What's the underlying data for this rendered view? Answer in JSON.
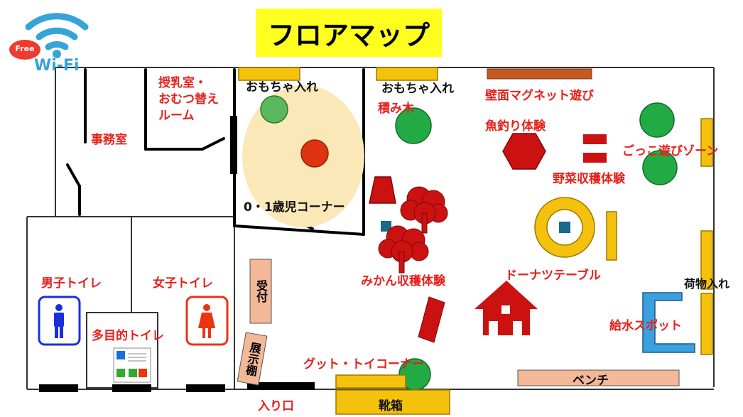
{
  "header": {
    "title": "フロアマップ"
  },
  "wifi": {
    "badge": "Free",
    "label": "Wi-Fi"
  },
  "rooms": {
    "office": "事務室",
    "nursing": [
      "授乳室・",
      "おむつ替え",
      "ルーム"
    ],
    "baby_corner": "0・1歳児コーナー",
    "mens_toilet": "男子トイレ",
    "womens_toilet": "女子トイレ",
    "multi_toilet": "多目的トイレ"
  },
  "labels": {
    "toy_box_1": "おもちゃ入れ",
    "toy_box_2": "おもちゃ入れ",
    "blocks": "積み木",
    "magnet_wall": "壁面マグネット遊び",
    "fishing": "魚釣り体験",
    "pretend_play": "ごっこ遊びゾーン",
    "vegetable": "野菜収穫体験",
    "donut_table": "ドーナツテーブル",
    "mikan": "みかん収穫体験",
    "luggage": "荷物入れ",
    "water": "給水スポット",
    "good_toy": "グット・トイコーナー",
    "bench": "ベンチ",
    "reception": "受付",
    "display_shelf": "展示棚",
    "entrance": "入り口",
    "shoe_box": "靴箱"
  },
  "colors": {
    "title_bg": "#ffff1f",
    "label_red": "#e8201a",
    "shelf_gold": "#f4c20c",
    "tree_red": "#cc1111",
    "ball_green": "#22aa44",
    "zone_cream": "#fbe8b8",
    "toilet_blue": "#1b2fd8",
    "toilet_red": "#ee3311",
    "water_blue": "#3aa0e0",
    "bench_peach": "#f3b898"
  },
  "icons": [
    "wifi-icon",
    "male-toilet-icon",
    "female-toilet-icon",
    "accessible-toilet-icon",
    "house-icon",
    "tree-icon"
  ]
}
